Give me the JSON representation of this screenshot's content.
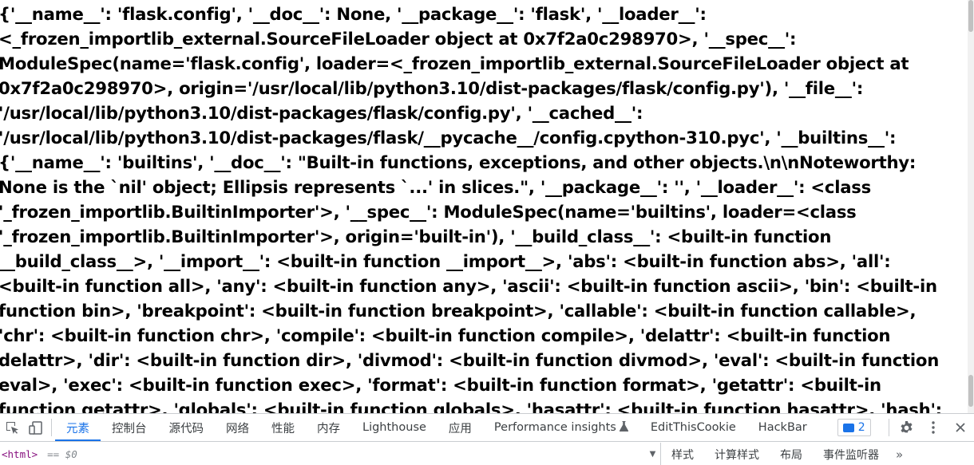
{
  "page": {
    "lines": [
      "{'__name__': 'flask.config', '__doc__': None, '__package__': 'flask', '__loader__':",
      "<_frozen_importlib_external.SourceFileLoader object at 0x7f2a0c298970>, '__spec__':",
      "ModuleSpec(name='flask.config', loader=<_frozen_importlib_external.SourceFileLoader object at",
      "0x7f2a0c298970>, origin='/usr/local/lib/python3.10/dist-packages/flask/config.py'), '__file__':",
      "'/usr/local/lib/python3.10/dist-packages/flask/config.py', '__cached__':",
      "'/usr/local/lib/python3.10/dist-packages/flask/__pycache__/config.cpython-310.pyc', '__builtins__':",
      "{'__name__': 'builtins', '__doc__': \"Built-in functions, exceptions, and other objects.\\n\\nNoteworthy:",
      "None is the `nil' object; Ellipsis represents `...' in slices.\", '__package__': '', '__loader__': <class",
      "'_frozen_importlib.BuiltinImporter'>, '__spec__': ModuleSpec(name='builtins', loader=<class",
      "'_frozen_importlib.BuiltinImporter'>, origin='built-in'), '__build_class__': <built-in function",
      "__build_class__>, '__import__': <built-in function __import__>, 'abs': <built-in function abs>, 'all':",
      "<built-in function all>, 'any': <built-in function any>, 'ascii': <built-in function ascii>, 'bin': <built-in",
      "function bin>, 'breakpoint': <built-in function breakpoint>, 'callable': <built-in function callable>,",
      "'chr': <built-in function chr>, 'compile': <built-in function compile>, 'delattr': <built-in function",
      "delattr>, 'dir': <built-in function dir>, 'divmod': <built-in function divmod>, 'eval': <built-in function",
      "eval>, 'exec': <built-in function exec>, 'format': <built-in function format>, 'getattr': <built-in",
      "function getattr>, 'globals': <built-in function globals>, 'hasattr': <built-in function hasattr>, 'hash':"
    ]
  },
  "devtools": {
    "tabs": [
      {
        "label": "元素",
        "active": true
      },
      {
        "label": "控制台"
      },
      {
        "label": "源代码"
      },
      {
        "label": "网络"
      },
      {
        "label": "性能"
      },
      {
        "label": "内存"
      },
      {
        "label": "Lighthouse"
      },
      {
        "label": "应用"
      },
      {
        "label": "Performance insights"
      },
      {
        "label": "EditThisCookie"
      },
      {
        "label": "HackBar"
      }
    ],
    "issues_count": "2",
    "breadcrumb": {
      "tag": "<html>",
      "eq": "== $0"
    },
    "sub_tabs": [
      "样式",
      "计算样式",
      "布局",
      "事件监听器"
    ],
    "more": "»",
    "icons": {
      "inspect": "inspect-icon",
      "device": "device-toggle-icon",
      "flask": "flask-icon",
      "settings": "gear-icon",
      "menu": "more-vert-icon",
      "close": "close-icon"
    },
    "colors": {
      "accent": "#1a73e8",
      "tag": "#881280"
    }
  }
}
